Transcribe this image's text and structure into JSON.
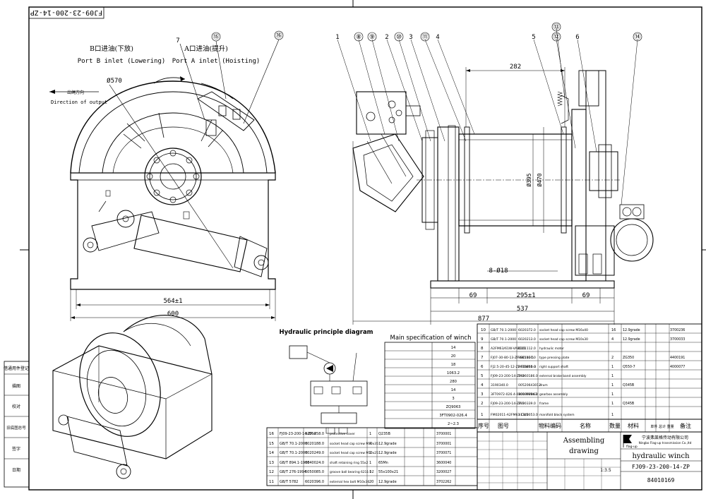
{
  "drawing_id_rotated": "FJ09-23-200-14-ZP",
  "front_view": {
    "port_b_cn": "B口进油(下放)",
    "port_b_en": "Port B inlet (Lowering)",
    "port_a_cn": "A口进油(提升)",
    "port_a_en": "Port A inlet (Hoisting)",
    "direction_cn": "出绳方向",
    "direction_en": "Direction of output",
    "dia": "Ø570",
    "dim_564": "564±1",
    "dim_600": "600",
    "callouts": [
      "7",
      "⑮",
      "⑯"
    ]
  },
  "side_view": {
    "dim_282": "282",
    "dia_395": "Ø395",
    "dia_470": "Ø470",
    "holes": "8-Ø18",
    "dim_69a": "69",
    "dim_295": "295±1",
    "dim_69b": "69",
    "dim_537": "537",
    "dim_877": "877",
    "callouts": [
      "1",
      "⑧",
      "⑨",
      "2",
      "⑩",
      "3",
      "⑪",
      "4",
      "5",
      "⑬",
      "⑫",
      "6",
      "⑭"
    ]
  },
  "left_strip": [
    "借通用件登记",
    "描图",
    "校对",
    "旧底图总号",
    "签字",
    "日期"
  ],
  "hydraulic": {
    "title": "Hydraulic principle diagram"
  },
  "spec": {
    "title": "Main specification of winch",
    "values": [
      "14",
      "20",
      "18",
      "1063.2",
      "280",
      "14",
      "3",
      "ZQ9063",
      "3FT0902-026.4",
      "2~2.3"
    ]
  },
  "bom_right": [
    [
      "10",
      "GB/T 70.1-2000",
      "6020372.0",
      "socket head cap screw M16x40",
      "16",
      "12.9grade",
      "3700236"
    ],
    [
      "9",
      "GB/T 70.1-2000",
      "6020213.0",
      "socket head cap screw M10x30",
      "4",
      "12.9grade",
      "3700033"
    ],
    [
      "8",
      "A2FM63/61W-VAB010",
      "6161112.0",
      "hydraulic motor",
      "",
      "",
      ""
    ],
    [
      "7",
      "FJ07-30-80-13-ZP-SK100-5",
      "3021131.0",
      "type pressing plate",
      "2",
      "ZG350",
      "4400191"
    ],
    [
      "6",
      "FJ2.5-20-45-12-ZP-FGW05-3",
      "2020864.0",
      "right support shaft",
      "1",
      "Q550-7",
      "4000077"
    ],
    [
      "5",
      "FJ09-23-200-14-ZP-3",
      "14060186.0",
      "external brake band assembly",
      "1",
      "",
      ""
    ],
    [
      "4",
      "3190340.0",
      "00520643012",
      "drum",
      "1",
      "Q345B",
      ""
    ],
    [
      "3",
      "3FT0972-026.4-0800-MV063",
      "10100084.0",
      "gearbox assembly",
      "1",
      "",
      ""
    ],
    [
      "2",
      "FJ09-23-200-14-ZP-1",
      "3190339.0",
      "frame",
      "1",
      "Q345B",
      ""
    ],
    [
      "1",
      "FM02011-A2FM63-C1/2",
      "11340053.0",
      "manifold block system",
      "1",
      "",
      ""
    ]
  ],
  "bom_right_header": [
    "序号",
    "图号",
    "物料编码",
    "名称",
    "数量",
    "材料",
    "单件 总计 重量",
    "备注"
  ],
  "bom_left": [
    [
      "16",
      "FJ09-23-200-14-ZP-4",
      "3201258.0",
      "protective cover",
      "1",
      "Q235B",
      "3700001"
    ],
    [
      "15",
      "GB/T 70.1-2000",
      "6020188.0",
      "socket head cap screw M10x35",
      "4",
      "12.9grade",
      "3700001"
    ],
    [
      "14",
      "GB/T 70.1-2000",
      "6020249.0",
      "socket head cap screw M10x25",
      "2",
      "12.9grade",
      "3700071"
    ],
    [
      "13",
      "GB/T 894.1-1986",
      "6040024.0",
      "shaft retaining ring 55x2",
      "1",
      "65Mn",
      "3600040"
    ],
    [
      "12",
      "GB/T 276-1994",
      "6050085.0",
      "groove ball bearing 6211-2Z",
      "1",
      "55x100x21",
      "3200027"
    ],
    [
      "11",
      "GB/T 5782",
      "6020396.0",
      "external hex bolt M10x30",
      "20",
      "12.9grade",
      "3702262"
    ]
  ],
  "title_block": {
    "assembling": "Assembling drawing",
    "company_cn": "宁波弗莱格传动有限公司",
    "company_en": "Ningbo Flag-up transmission Co.,ltd",
    "logo_text": "flag-up",
    "product": "hydraulic winch",
    "code": "FJ09-23-200-14-ZP",
    "number": "84010169",
    "scale": "1:3.5"
  }
}
